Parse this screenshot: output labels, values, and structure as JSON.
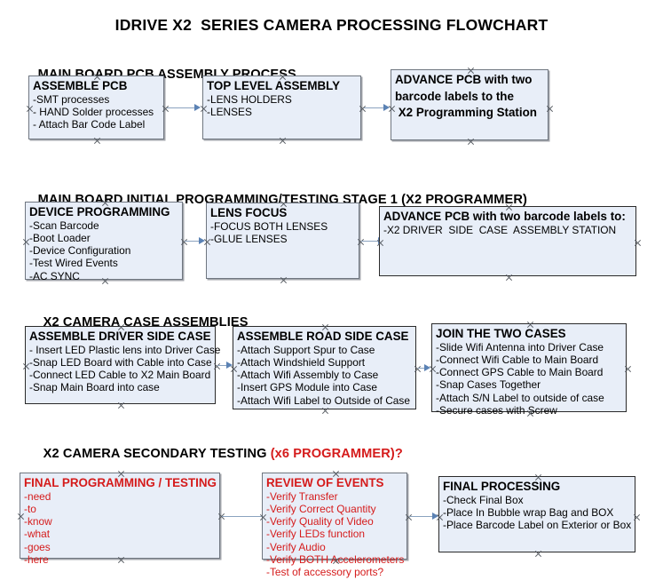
{
  "document": {
    "title": "IDRIVE X2  SERIES CAMERA PROCESSING FLOWCHART",
    "background_color": "#ffffff",
    "node_fill_color": "#e8eef8",
    "node_border_color": "#6f7680",
    "connector_color": "#8ba3bf",
    "arrow_color": "#5b82b4",
    "accent_color": "#d51b1b"
  },
  "sections": [
    {
      "id": "section-main-board-pcb-assembly",
      "title": "MAIN BOARD PCB ASSEMBLY PROCESS",
      "title_accent": "",
      "nodes": [
        {
          "id": "assemble-pcb",
          "heading": "ASSEMBLE PCB",
          "lines": [
            "-SMT processes",
            "- HAND Solder processes",
            "- Attach Bar Code Label"
          ],
          "red": false
        },
        {
          "id": "top-level-assembly",
          "heading": "TOP LEVEL ASSEMBLY",
          "lines": [
            "-LENS HOLDERS",
            "-LENSES"
          ],
          "red": false
        },
        {
          "id": "advance-pcb-programming-station",
          "heading": "ADVANCE PCB with two",
          "lines": [
            "barcode labels to the",
            " X2 Programming Station"
          ],
          "red": false
        }
      ]
    },
    {
      "id": "section-initial-programming",
      "title": "MAIN BOARD INITIAL PROGRAMMING/TESTING STAGE 1 (X2 PROGRAMMER)",
      "title_accent": "",
      "nodes": [
        {
          "id": "device-programming",
          "heading": "DEVICE PROGRAMMING",
          "lines": [
            "-Scan Barcode",
            "-Boot Loader",
            "-Device Configuration",
            "-Test Wired Events",
            "-AC SYNC"
          ],
          "red": false
        },
        {
          "id": "lens-focus",
          "heading": "LENS FOCUS",
          "lines": [
            "-FOCUS BOTH LENSES",
            "-GLUE LENSES"
          ],
          "red": false
        },
        {
          "id": "advance-pcb-driver-side-case",
          "heading": "ADVANCE PCB with two barcode labels to:",
          "lines": [
            "-X2 DRIVER  SIDE  CASE  ASSEMBLY STATION"
          ],
          "red": false
        }
      ]
    },
    {
      "id": "section-case-assemblies",
      "title": "X2 CAMERA CASE ASSEMBLIES",
      "title_accent": "",
      "nodes": [
        {
          "id": "assemble-driver-side-case",
          "heading": "ASSEMBLE DRIVER SIDE CASE",
          "lines": [
            "- Insert LED Plastic lens into Driver Case",
            "-Snap LED Board with Cable into Case",
            "-Connect LED Cable to X2 Main Board",
            "-Snap Main Board into case"
          ],
          "red": false
        },
        {
          "id": "assemble-road-side-case",
          "heading": "ASSEMBLE ROAD SIDE CASE",
          "lines": [
            "-Attach Support Spur to Case",
            "-Attach Windshield Support",
            "-Attach Wifi Assembly to Case",
            "-Insert GPS Module into Case",
            "-Attach Wifi Label to Outside of Case"
          ],
          "red": false
        },
        {
          "id": "join-the-two-cases",
          "heading": "JOIN THE TWO CASES",
          "lines": [
            "-Slide Wifi Antenna into Driver Case",
            "-Connect Wifi Cable to Main Board",
            "-Connect GPS Cable to Main Board",
            "-Snap Cases Together",
            "-Attach S/N Label to outside of case",
            "-Secure cases with Screw"
          ],
          "red": false
        }
      ]
    },
    {
      "id": "section-secondary-testing",
      "title": "X2 CAMERA SECONDARY TESTING ",
      "title_accent": "(x6 PROGRAMMER)?",
      "nodes": [
        {
          "id": "final-programming-testing",
          "heading": "FINAL PROGRAMMING / TESTING",
          "lines": [
            "-need",
            "-to",
            "-know",
            "-what",
            "-goes",
            "-here"
          ],
          "red": true
        },
        {
          "id": "review-of-events",
          "heading": "REVIEW OF EVENTS",
          "lines": [
            "-Verify Transfer",
            "-Verify Correct Quantity",
            "-Verify Quality of Video",
            "-Verify LEDs function",
            "-Verify Audio",
            "-Verify BOTH Accelerometers",
            "-Test of accessory ports?"
          ],
          "red": true
        },
        {
          "id": "final-processing",
          "heading": "FINAL PROCESSING",
          "lines": [
            "-Check Final Box",
            "-Place In Bubble wrap Bag and BOX",
            "-Place Barcode Label on Exterior or Box"
          ],
          "red": false
        }
      ]
    }
  ]
}
